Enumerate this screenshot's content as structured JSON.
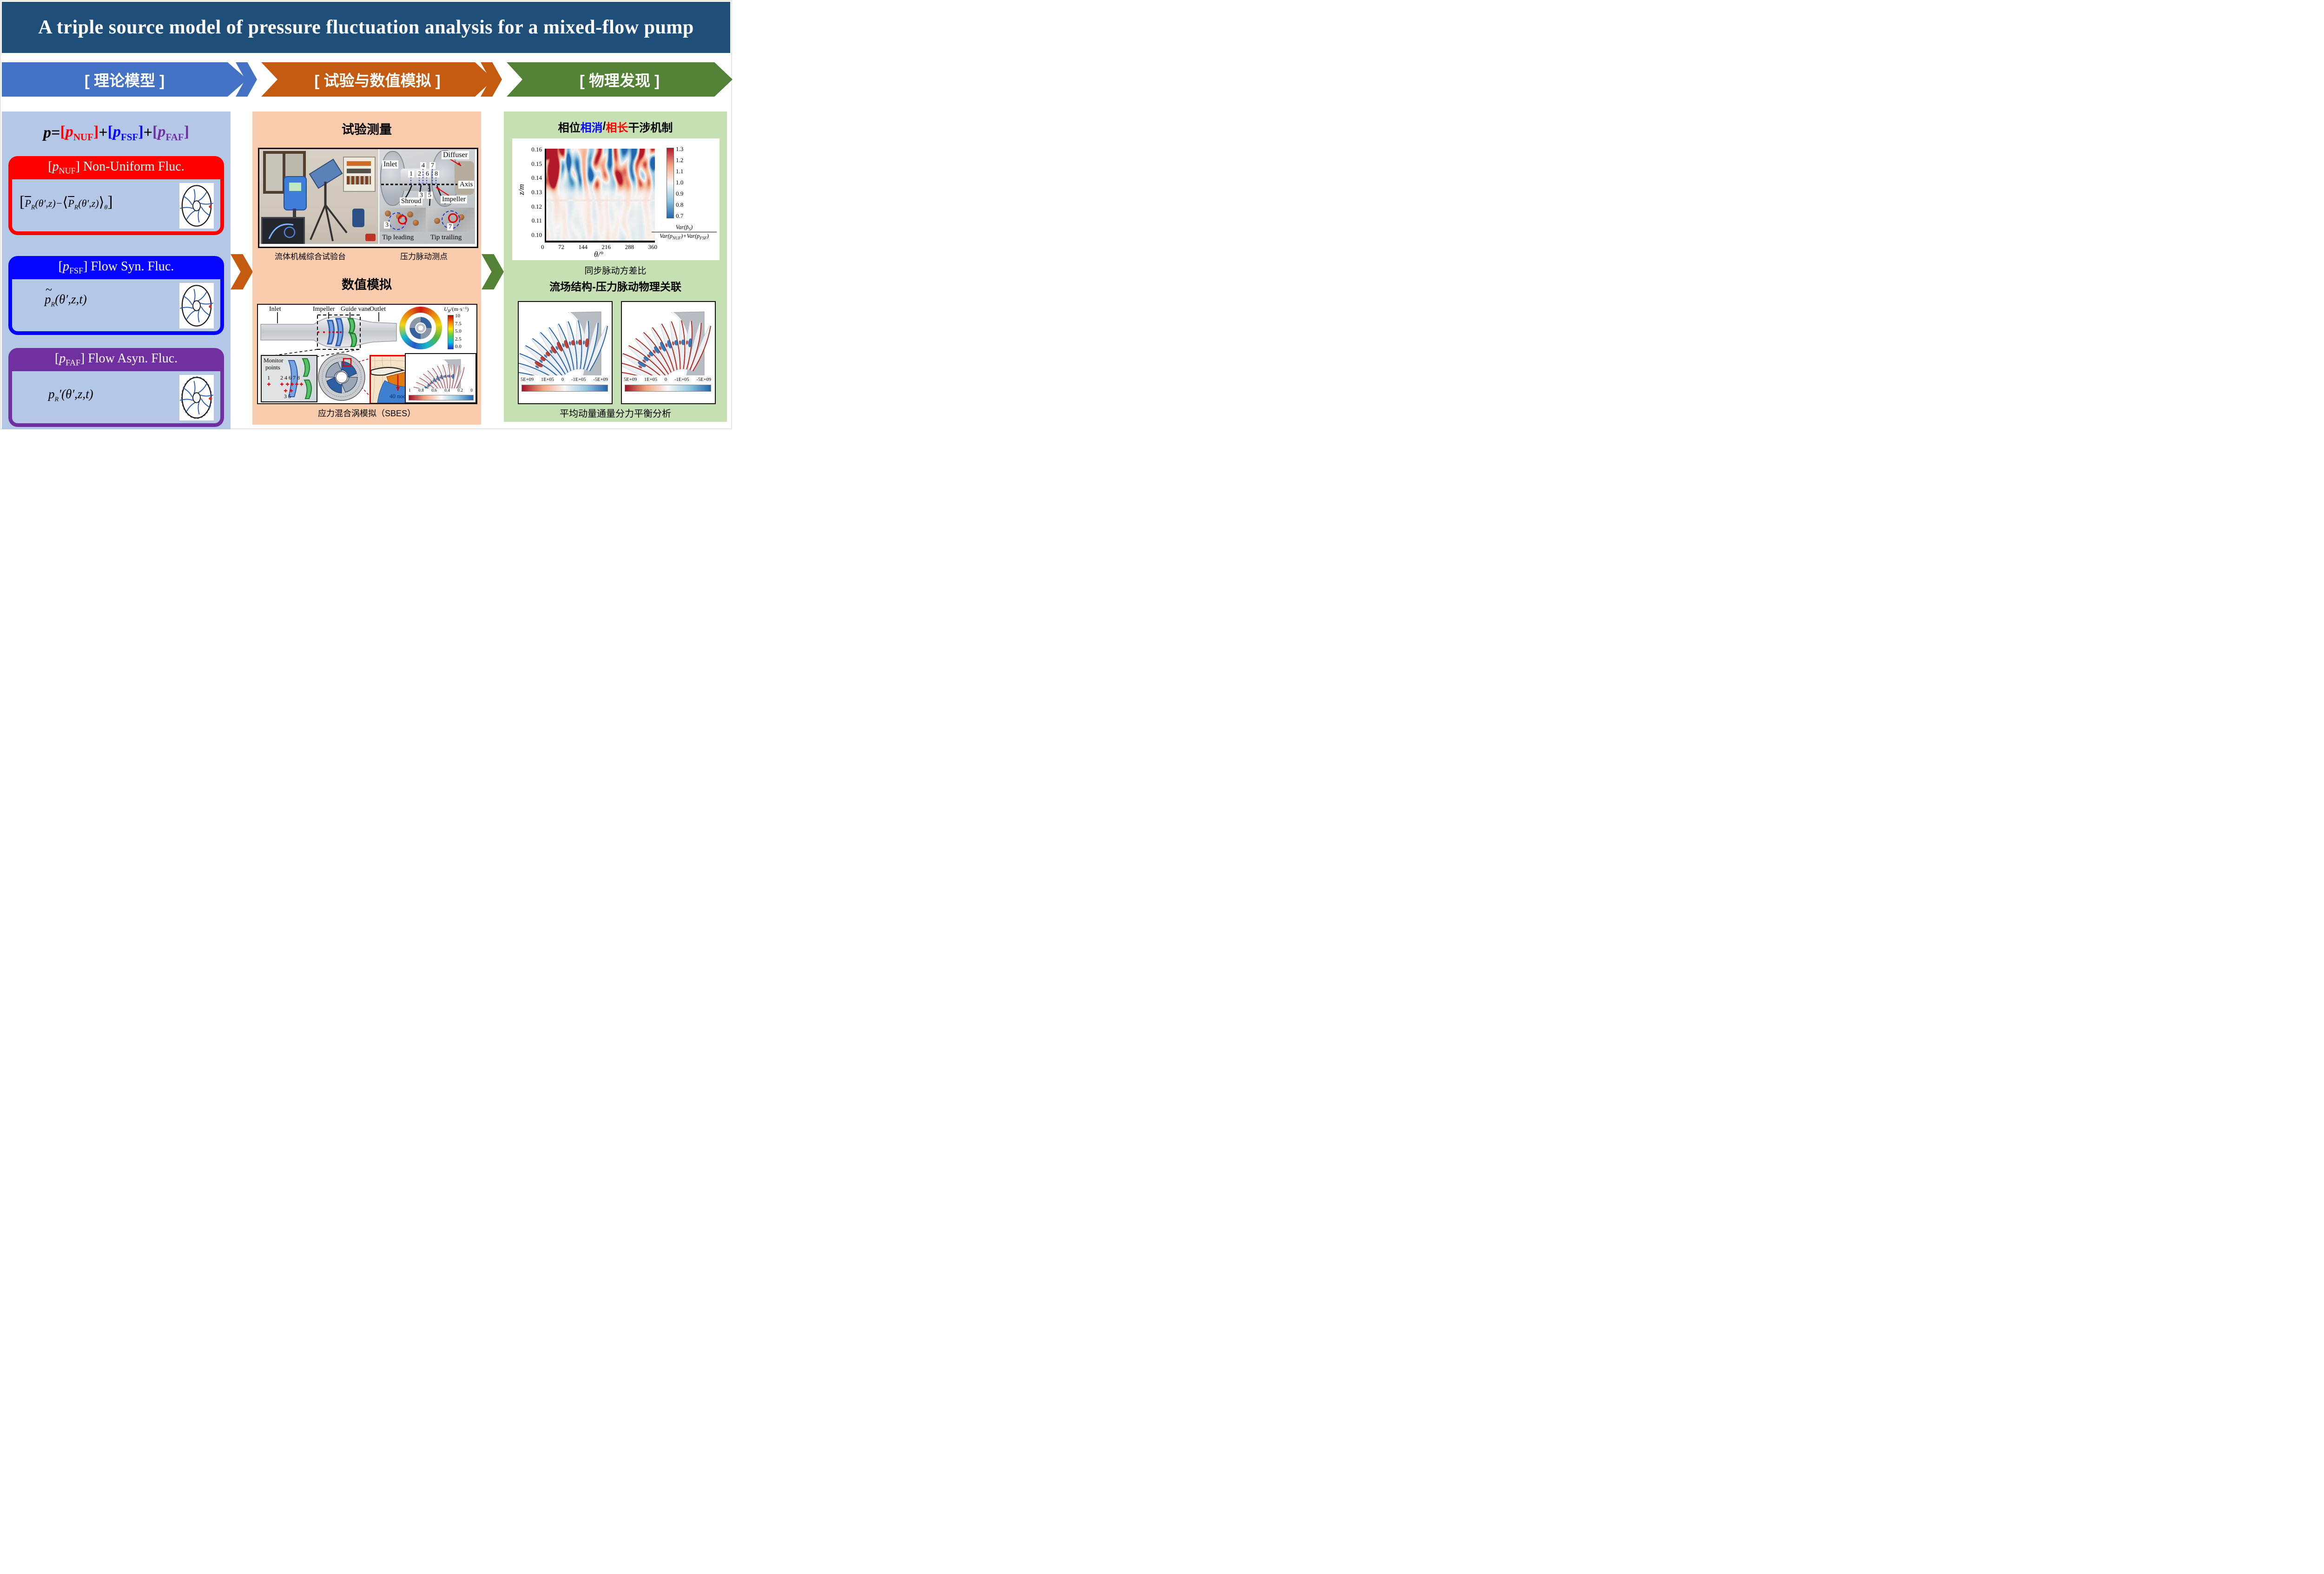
{
  "colors": {
    "title_bg": "#1f4e79",
    "banner_blue": "#4472c4",
    "banner_orange": "#c55a11",
    "banner_green": "#538135",
    "col_theory_bg": "#b4c7e7",
    "col_experiment_bg": "#f8cbad",
    "col_findings_bg": "#c6e0b4",
    "accent_red": "#fe0000",
    "accent_blue": "#0505ff",
    "accent_purple": "#7030a0",
    "heat_red": "#b2182b",
    "heat_blue": "#2166ac"
  },
  "title": {
    "text": "A triple source model of pressure fluctuation analysis for a mixed-flow pump"
  },
  "banners": [
    {
      "label": "[ 理论模型 ]"
    },
    {
      "label": "[ 试验与数值模拟 ]"
    },
    {
      "label": "[ 物理发现 ]"
    }
  ],
  "theory": {
    "equation": {
      "lhs": "p",
      "eq": " = ",
      "plus1": " + ",
      "plus2": " + ",
      "t1": {
        "lb": "[",
        "p": "p",
        "sub": "NUF",
        "rb": "]"
      },
      "t2": {
        "lb": "[",
        "p": "p",
        "sub": "FSF",
        "rb": "]"
      },
      "t3": {
        "lb": "[",
        "p": "p",
        "sub": "FAF",
        "rb": "]"
      }
    },
    "boxes": [
      {
        "title": {
          "lb": "[",
          "p": "p",
          "sub": "NUF",
          "rest": "] Non-Uniform Fluc."
        },
        "formula": {
          "lb": "[",
          "P1": "P",
          "s1": "R",
          "a1": "(θ′,z)",
          "minus": "−",
          "la": "⟨",
          "P2": "P",
          "s2": "R",
          "a2": "(θ′,z)",
          "ra": "⟩",
          "st": "θ",
          "rb": "]"
        }
      },
      {
        "title": {
          "lb": "[",
          "p": "p",
          "sub": "FSF",
          "rest": "] Flow Syn. Fluc."
        },
        "formula": {
          "tilde": "~",
          "p": "p",
          "s": "R",
          "args": "(θ′,z,t)"
        }
      },
      {
        "title": {
          "lb": "[",
          "p": "p",
          "sub": "FAF",
          "rest": "] Flow Asyn. Fluc."
        },
        "formula": {
          "p": "p",
          "s": "R",
          "prime": "′",
          "args": "(θ′,z,t)"
        }
      }
    ]
  },
  "experiment": {
    "heading_test": "试验测量",
    "photo": {
      "inlet": "Inlet",
      "diffuser": "Diffuser",
      "axis": "Axis",
      "shroud": "Shroud",
      "impeller": "Impeller",
      "n4": "4",
      "n7": "7",
      "n1": "1",
      "n2": "2",
      "n6": "6",
      "n8": "8",
      "n3": "3",
      "n5": "5",
      "tip3": "3",
      "tip7": "7",
      "tip_leading": "Tip leading",
      "tip_trailing": "Tip trailing"
    },
    "caption_rig": "流体机械综合试验台",
    "caption_points": "压力脉动测点",
    "heading_sim": "数值模拟",
    "sim": {
      "labels": {
        "inlet": "Inlet",
        "impeller": "Impeller",
        "guide_vane": "Guide vane",
        "outlet": "Outlet"
      },
      "monitor": {
        "line1": "Monitor",
        "line2": "points",
        "n1": "1",
        "n2": "2 4 6 7 8",
        "n3": "3 5"
      },
      "nodes": "40 nodes",
      "vort_cb": {
        "t_pre": "U",
        "t_sub": "R",
        "t_post": "/(m·s⁻¹)",
        "ticks": [
          "10",
          "7.5",
          "5.0",
          "2.5",
          "0.0"
        ]
      },
      "cascade_cb_ticks": [
        "1",
        "0.8",
        "0.6",
        "0.4",
        "0.2",
        "0"
      ]
    },
    "caption_sbes": "应力混合涡模拟（SBES）"
  },
  "findings": {
    "heading_parts": [
      {
        "t": "相位"
      },
      {
        "t": "相消"
      },
      {
        "t": " / "
      },
      {
        "t": "相长"
      },
      {
        "t": "干涉机制"
      }
    ],
    "heatmap": {
      "ylabel": "z/m",
      "xlabel": "θ/°",
      "yticks": [
        "0.16",
        "0.15",
        "0.14",
        "0.13",
        "0.12",
        "0.11",
        "0.10"
      ],
      "xticks": [
        "0",
        "72",
        "144",
        "216",
        "288",
        "360"
      ],
      "cbticks": [
        "1.3",
        "1.2",
        "1.1",
        "1.0",
        "0.9",
        "0.8",
        "0.7"
      ],
      "cb_num": {
        "pre": "Var(",
        "p": "p̃",
        "s": "S",
        "post": ")"
      },
      "cb_den": {
        "pre": "Var(p",
        "s1": "NUF",
        "mid": ")+Var(p",
        "s2": "FSF",
        "post": ")"
      }
    },
    "variance_label": "同步脉动方差比",
    "assoc_heading": "流场结构-压力脉动物理关联",
    "panel_cb_ticks": [
      "5E+09",
      "1E+05",
      "0",
      "-1E+05",
      "-5E+09"
    ],
    "momentum_caption": "平均动量通量分力平衡分析"
  },
  "chart_data": [
    {
      "type": "heatmap",
      "title": "同步脉动方差比 (synchronized fluctuation variance ratio)",
      "xlabel": "θ/°",
      "ylabel": "z/m",
      "x_range": [
        0,
        360
      ],
      "x_ticks": [
        0,
        72,
        144,
        216,
        288,
        360
      ],
      "y_range": [
        0.1,
        0.16
      ],
      "y_ticks": [
        0.1,
        0.11,
        0.12,
        0.13,
        0.14,
        0.15,
        0.16
      ],
      "value_label": "Var(p̃S)/(Var(pNUF)+Var(pFSF))",
      "value_range": [
        0.7,
        1.3
      ],
      "colormap": "diverging blue-white-red (red = 1.3 high, blue = 0.7 low)",
      "pattern": "strong alternating red/blue vertical interference streaks for z > 0.13; pale near-1.0 field for z < 0.125"
    },
    {
      "type": "colorbar",
      "title": "U_R/(m·s⁻¹) vortex velocity colorbar",
      "range": [
        0,
        10
      ],
      "ticks": [
        10,
        7.5,
        5.0,
        2.5,
        0.0
      ],
      "colormap": "rainbow red(10)→blue(0)"
    },
    {
      "type": "colorbar",
      "title": "SBES cascade colorbar",
      "range": [
        0,
        1
      ],
      "ticks": [
        1,
        0.8,
        0.6,
        0.4,
        0.2,
        0
      ],
      "colormap": "red(1)→white→blue(0)"
    },
    {
      "type": "colorbar",
      "title": "mean momentum-flux component balance colorbar (both panels)",
      "ticks": [
        5000000000,
        100000,
        0,
        -100000,
        -5000000000
      ],
      "tick_labels": [
        "5E+09",
        "1E+05",
        "0",
        "-1E+05",
        "-5E+09"
      ],
      "colormap": "red(positive)→white→blue(negative)"
    }
  ]
}
